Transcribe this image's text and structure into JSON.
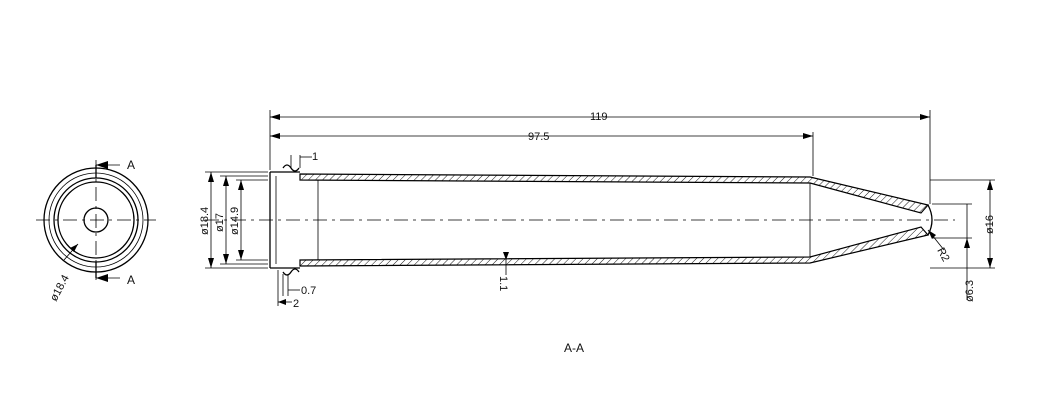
{
  "drawing": {
    "section_label": "A-A",
    "end_view": {
      "section_mark_top": "A",
      "section_mark_bottom": "A",
      "outer_diameter_label": "ø18.4"
    },
    "dimensions": {
      "overall_length": "119",
      "body_length": "97.5",
      "rim_gap": "1",
      "rim_width": "0.7",
      "rim_offset": "2",
      "wall_thickness": "1.1",
      "outer_diameter": "ø18.4",
      "inner_diameter": "ø17",
      "bore_diameter": "ø14.9",
      "tip_diameter": "ø16",
      "tip_bore": "ø6.3",
      "tip_radius": "R2"
    },
    "colors": {
      "line": "#000000",
      "background": "#ffffff"
    }
  }
}
